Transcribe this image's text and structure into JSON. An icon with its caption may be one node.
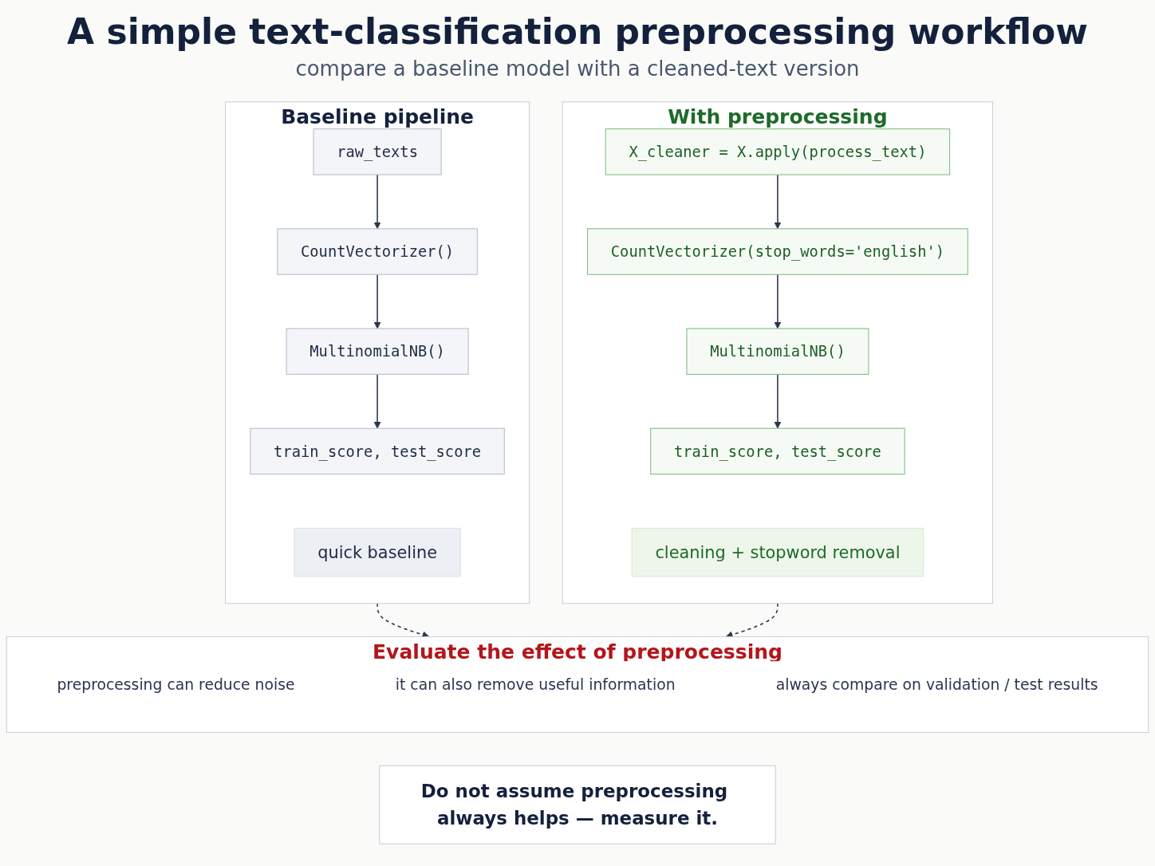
{
  "diagram": {
    "title": "A simple text-classification preprocessing workflow",
    "caption": "compare a baseline model with a cleaned-text version",
    "nodes": [
      {
        "text": [
          "Baseline pipeline"
        ]
      },
      {
        "text": [
          "raw_texts"
        ],
        "in": 0
      },
      {
        "text": [
          "CountVectorizer()"
        ],
        "in": 0
      },
      {
        "text": [
          "MultinomialNB()"
        ],
        "in": 0
      },
      {
        "text": [
          "train_score, test_score"
        ],
        "in": 0
      },
      {
        "text": [
          "quick baseline"
        ],
        "in": 0
      },
      {
        "text": [
          "With preprocessing"
        ]
      },
      {
        "text": [
          "X_cleaner = X.apply(process_text)"
        ],
        "in": 6
      },
      {
        "text": [
          "CountVectorizer(stop_words='english')"
        ],
        "in": 6
      },
      {
        "text": [
          "MultinomialNB()"
        ],
        "in": 6
      },
      {
        "text": [
          "train_score, test_score"
        ],
        "in": 6
      },
      {
        "text": [
          "cleaning + stopword removal"
        ],
        "in": 6
      },
      {
        "text": [
          "Evaluate the effect of preprocessing"
        ]
      },
      {
        "text": [
          "preprocessing can reduce noise"
        ],
        "in": 12
      },
      {
        "text": [
          "it can also remove useful information"
        ],
        "in": 12
      },
      {
        "text": [
          "always compare on validation / test results"
        ],
        "in": 12
      },
      {
        "text": [
          "Do not assume preprocessing always helps — measure it."
        ]
      }
    ],
    "edges": [
      {
        "from": 1,
        "to": 2,
        "arrow": "to"
      },
      {
        "from": 2,
        "to": 3,
        "arrow": "to"
      },
      {
        "from": 3,
        "to": 4,
        "arrow": "to"
      },
      {
        "from": 7,
        "to": 8,
        "arrow": "to"
      },
      {
        "from": 8,
        "to": 9,
        "arrow": "to"
      },
      {
        "from": 9,
        "to": 10,
        "arrow": "to"
      },
      {
        "from": 0,
        "to": 12,
        "arrow": "to",
        "style": "dashed"
      },
      {
        "from": 6,
        "to": 12,
        "arrow": "to",
        "style": "dashed"
      }
    ]
  }
}
